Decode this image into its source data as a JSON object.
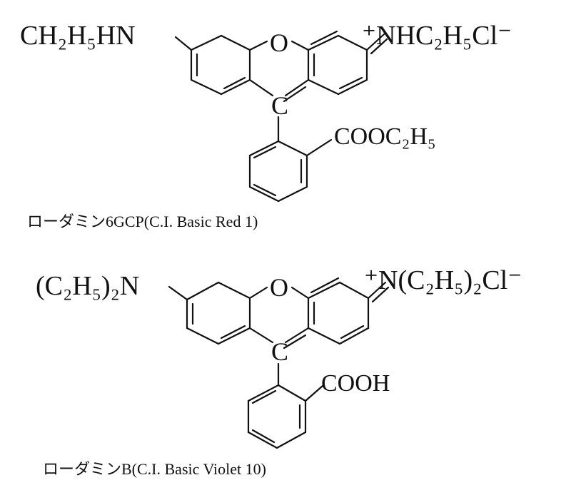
{
  "structures": [
    {
      "amine_left": "CH₂H₅HN",
      "iminium_right": "⁺NHC₂H₅Cl⁻",
      "ring_oxygen": "O",
      "center_carbon": "C",
      "ester_group": "COOC₂H₅",
      "caption": "ローダミン6GCP(C.I. Basic Red 1)"
    },
    {
      "amine_left": "(C₂H₅)₂N",
      "iminium_right": "⁺N(C₂H₅)₂Cl⁻",
      "ring_oxygen": "O",
      "center_carbon": "C",
      "acid_group": "COOH",
      "caption": "ローダミンB(C.I. Basic Violet 10)"
    }
  ]
}
